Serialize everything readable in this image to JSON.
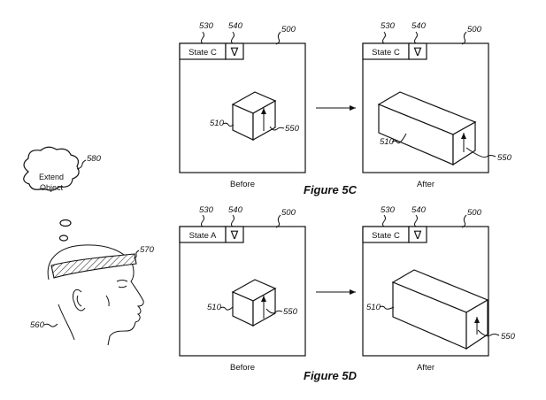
{
  "figures": {
    "fig5c": {
      "title": "Figure 5C",
      "before": {
        "caption": "Before",
        "state_label": "State C",
        "dropdown_glyph": "∇",
        "refs": {
          "state": "530",
          "dropdown": "540",
          "panel": "500",
          "object": "510",
          "arrow": "550"
        }
      },
      "after": {
        "caption": "After",
        "state_label": "State C",
        "dropdown_glyph": "∇",
        "refs": {
          "state": "530",
          "dropdown": "540",
          "panel": "500",
          "object": "510",
          "arrow": "550"
        }
      }
    },
    "fig5d": {
      "title": "Figure 5D",
      "before": {
        "caption": "Before",
        "state_label": "State A",
        "dropdown_glyph": "∇",
        "refs": {
          "state": "530",
          "dropdown": "540",
          "panel": "500",
          "object": "510",
          "arrow": "550"
        }
      },
      "after": {
        "caption": "After",
        "state_label": "State C",
        "dropdown_glyph": "∇",
        "refs": {
          "state": "530",
          "dropdown": "540",
          "panel": "500",
          "object": "510",
          "arrow": "550"
        }
      }
    }
  },
  "user": {
    "thought_line1": "Extend",
    "thought_line2": "Object",
    "refs": {
      "thought": "580",
      "headband": "570",
      "head": "560"
    }
  }
}
